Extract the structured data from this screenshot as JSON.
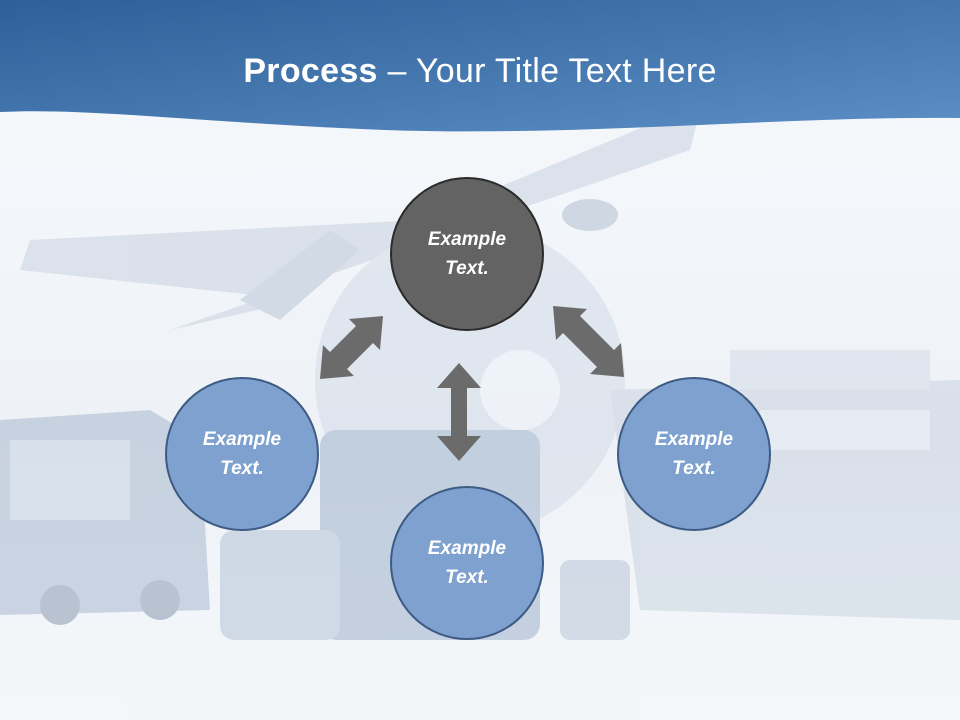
{
  "slide": {
    "title_bold": "Process",
    "title_rest": " – Your Title Text Here",
    "colors": {
      "header": "#3d6fa6",
      "center_node": "#636363",
      "outer_node": "#7ea1cf",
      "arrow": "#6b6b6b"
    }
  },
  "diagram": {
    "nodes": [
      {
        "id": "top",
        "label": "Example\nText."
      },
      {
        "id": "left",
        "label": "Example\nText."
      },
      {
        "id": "bottom",
        "label": "Example\nText."
      },
      {
        "id": "right",
        "label": "Example\nText."
      }
    ],
    "edges": [
      {
        "from": "top",
        "to": "left",
        "style": "double-arrow"
      },
      {
        "from": "top",
        "to": "right",
        "style": "double-arrow"
      },
      {
        "from": "top",
        "to": "bottom",
        "style": "double-arrow"
      }
    ]
  }
}
